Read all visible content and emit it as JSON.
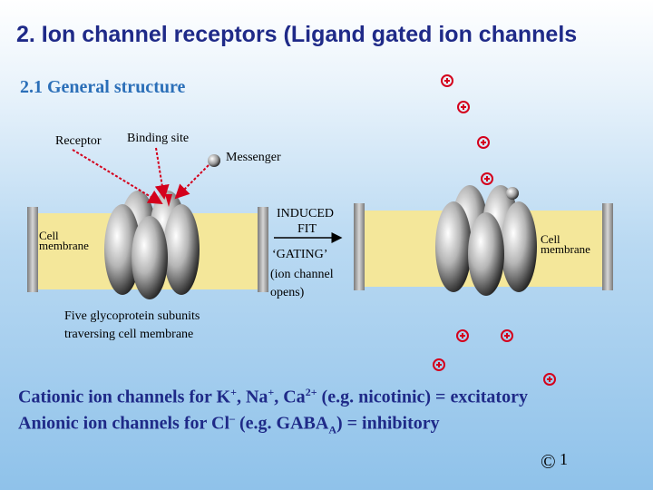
{
  "title": "2.   Ion channel receptors (Ligand gated ion channels",
  "subtitle": "2.1  General structure",
  "labels": {
    "receptor": "Receptor",
    "binding_site": "Binding site",
    "messenger": "Messenger",
    "cell_membrane_left_1": "Cell",
    "cell_membrane_left_2": "membrane",
    "cell_membrane_right_1": "Cell",
    "cell_membrane_right_2": "membrane",
    "induced": "INDUCED",
    "fit": "FIT",
    "gating": "‘GATING’",
    "ion_channel": "(ion channel",
    "opens": "opens)",
    "subunits_1": "Five glycoprotein subunits",
    "subunits_2": "traversing cell membrane"
  },
  "bottom": {
    "line1": {
      "a": "Cationic ion channels for K",
      "k_sup": "+",
      "b": ", Na",
      "na_sup": "+",
      "c": ", Ca",
      "ca_sup": "2+",
      "d": " (e.g. nicotinic) = excitatory"
    },
    "line2": {
      "a": "Anionic ion channels for Cl",
      "cl_sup": "–",
      "b": " (e.g. GABA",
      "a_sub": "A",
      "c": ") = inhibitory"
    }
  },
  "footer": {
    "copyright": "©",
    "slide_number": "1"
  },
  "colors": {
    "title": "#1f2a88",
    "subtitle": "#2b6fb8",
    "membrane": "#f4e79a",
    "ion": "#d4001c"
  }
}
